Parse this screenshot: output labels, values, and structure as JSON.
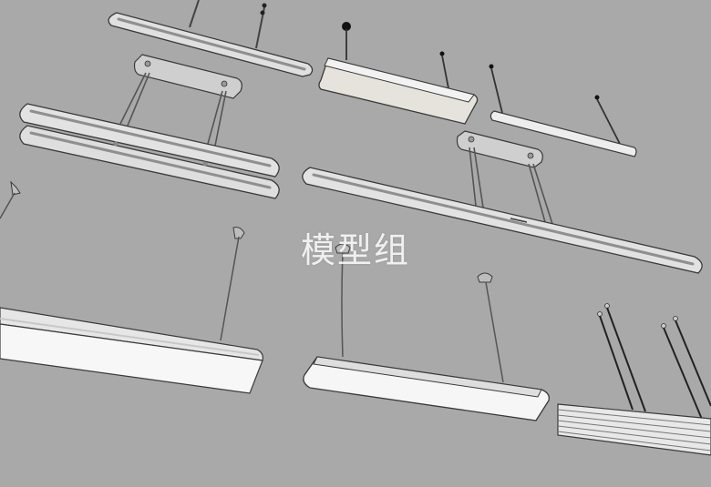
{
  "watermark": {
    "text": "模型组"
  },
  "colors": {
    "background": "#a9a9a9",
    "fixture_body": "#e4e4e4",
    "fixture_shadow": "#c8c8c8",
    "diffuser": "#f7f7f7",
    "wire": "#555555",
    "outline": "#3a3a3a",
    "slot": "#8f8f8f"
  },
  "scene": {
    "fixtures": [
      {
        "name": "slim-rail-pendant-top-left"
      },
      {
        "name": "rounded-panel-pendant-top-center"
      },
      {
        "name": "thin-bar-pendant-top-right"
      },
      {
        "name": "double-rail-pendant-with-canopy"
      },
      {
        "name": "long-double-rail-pendant-with-canopy"
      },
      {
        "name": "large-box-pendant-bottom-left"
      },
      {
        "name": "rounded-box-pendant-bottom-center"
      },
      {
        "name": "louvered-pendant-bottom-right"
      }
    ]
  }
}
